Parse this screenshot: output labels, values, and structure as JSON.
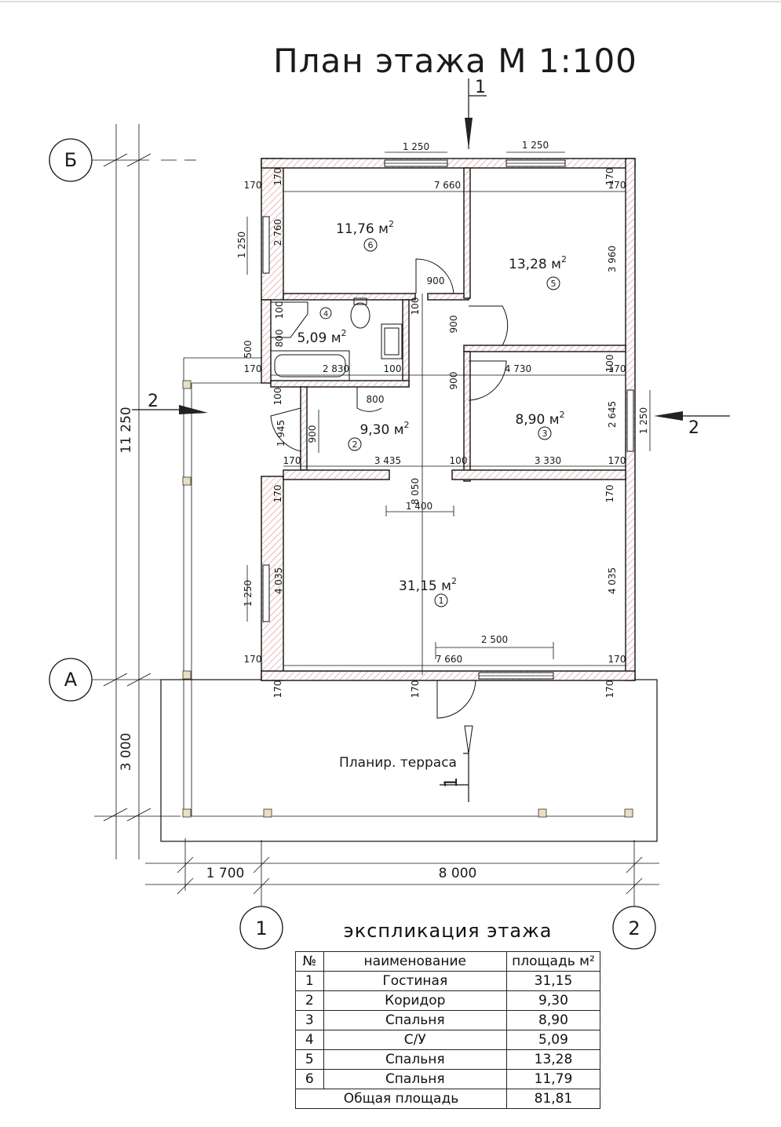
{
  "title": "План этажа М 1:100",
  "section_marks": {
    "s1": "1",
    "s2": "2"
  },
  "axes": {
    "b": "Б",
    "a": "А",
    "c1": "1",
    "c2": "2"
  },
  "overall": {
    "height": "11 250",
    "terrace_depth": "3 000",
    "left_offset": "1 700",
    "width": "8 000"
  },
  "terrace_label": "Планир. терраса",
  "rooms": [
    {
      "id": "6",
      "area": "11,76 м",
      "sup": "2"
    },
    {
      "id": "5",
      "area": "13,28 м",
      "sup": "2"
    },
    {
      "id": "4",
      "area": "5,09 м",
      "sup": "2"
    },
    {
      "id": "2",
      "area": "9,30 м",
      "sup": "2"
    },
    {
      "id": "3",
      "area": "8,90 м",
      "sup": "2"
    },
    {
      "id": "1",
      "area": "31,15 м",
      "sup": "2"
    }
  ],
  "dims": {
    "win_top_l": "1 250",
    "win_top_r": "1 250",
    "wall_170": "170",
    "wall_100": "100",
    "top_inner": "7 660",
    "r6_h": "2 760",
    "r5_h": "3 960",
    "win_l6": "1 250",
    "door_900": "900",
    "r4_800": "800",
    "r4_500": "500",
    "r4_w": "2 830",
    "r3_w": "4 730",
    "r2_800": "800",
    "r2_1945": "1 945",
    "r2_w": "3 435",
    "r3_w2": "3 330",
    "r3_h": "2 645",
    "win_r3": "1 250",
    "center_8050": "8 050",
    "open_1400": "1 400",
    "win_l1": "1 250",
    "r1_h": "4 035",
    "win_bottom": "2 500",
    "bottom_inner": "7 660"
  },
  "explication": {
    "title": "экспликация этажа",
    "headers": [
      "№",
      "наименование",
      "площадь м²"
    ],
    "rows": [
      [
        "1",
        "Гостиная",
        "31,15"
      ],
      [
        "2",
        "Коридор",
        "9,30"
      ],
      [
        "3",
        "Спальня",
        "8,90"
      ],
      [
        "4",
        "С/У",
        "5,09"
      ],
      [
        "5",
        "Спальня",
        "13,28"
      ],
      [
        "6",
        "Спальня",
        "11,79"
      ]
    ],
    "total_label": "Общая площадь",
    "total_value": "81,81"
  }
}
